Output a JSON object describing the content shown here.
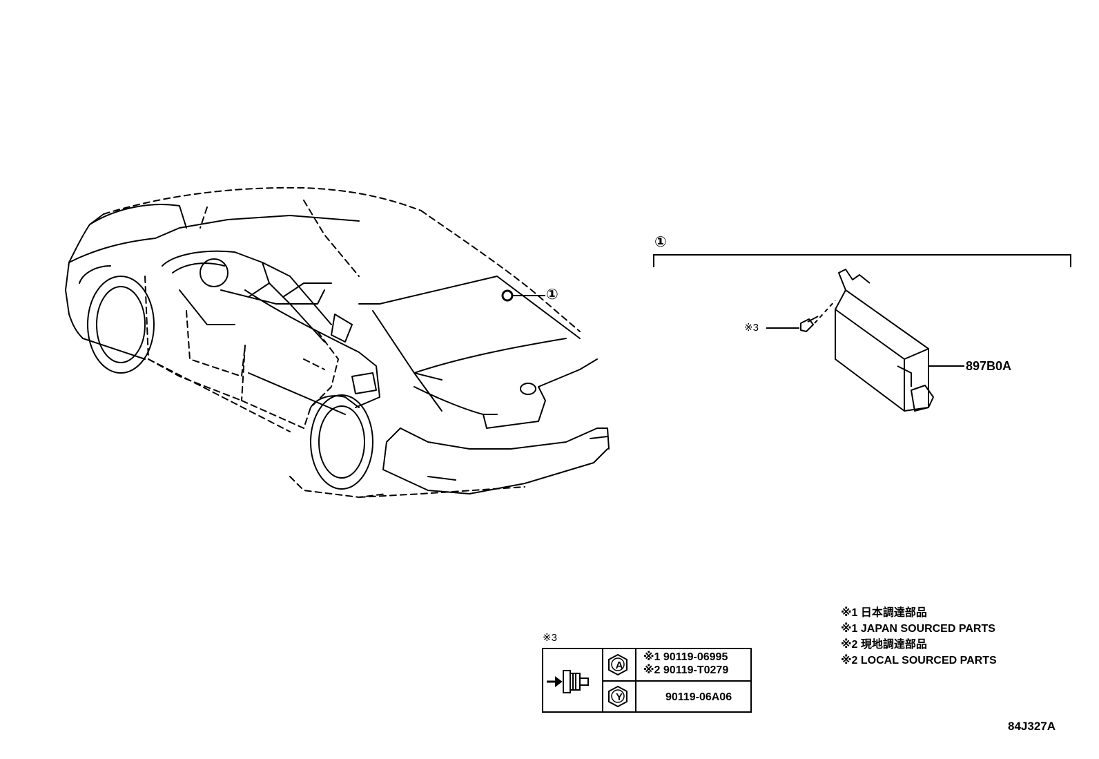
{
  "callouts": {
    "car_callout": "①",
    "group_callout": "①"
  },
  "parts": {
    "module_part_no": "897B0A",
    "screw_ref": "※3"
  },
  "table": {
    "ref_label": "※3",
    "row_a": {
      "hex_letter": "A",
      "line1_mark": "※1",
      "line1_part": "90119-06995",
      "line2_mark": "※2",
      "line2_part": "90119-T0279"
    },
    "row_y": {
      "hex_letter": "Y",
      "part": "90119-06A06"
    }
  },
  "legend": [
    "※1 日本調達部品",
    "※1 JAPAN SOURCED PARTS",
    "※2 現地調達部品",
    "※2 LOCAL SOURCED PARTS"
  ],
  "diagram_code": "84J327A"
}
